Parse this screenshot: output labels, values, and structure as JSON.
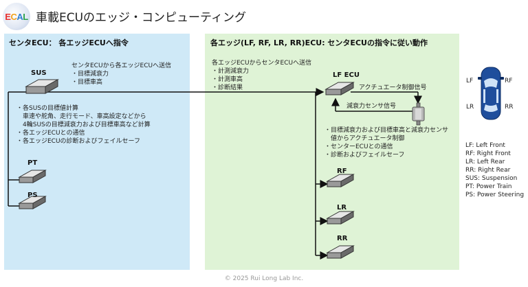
{
  "logo": {
    "letters": [
      "E",
      "C",
      "A",
      "L"
    ],
    "colors": [
      "#e8312f",
      "#f2a11c",
      "#2f7fd1",
      "#2ba14b"
    ]
  },
  "title": "車載ECUのエッジ・コンピューティング",
  "left_panel": {
    "header": "センタECU： 各エッジECUへ指令",
    "sus_label": "SUS",
    "send_lines": [
      "センタECUから各エッジECUへ送信",
      "・目標減衰力",
      "・目標車高"
    ],
    "task_lines": [
      "・各SUSの目標値計算",
      "　車速や舵角、走行モード、車高設定などから",
      "　4輪SUSの目標減衰力および目標車高など計算",
      "・各エッジECUとの通信",
      "・各エッジECUの診断およびフェイルセーフ"
    ],
    "pt_label": "PT",
    "ps_label": "PS"
  },
  "right_panel": {
    "header": "各エッジ(LF, RF, LR, RR)ECU: センタECUの指令に従い動作",
    "send_lines": [
      "各エッジECUからセンタECUへ送信",
      "・計測減衰力",
      "・計測車高",
      "・診断結果"
    ],
    "lf_label": "LF ECU",
    "actuator_signal": "アクチュエータ制御信号",
    "sensor_signal": "減衰力センサ信号",
    "task_lines": [
      "・目標減衰力および目標車高と減衰力センサ",
      "　値からアクチュエータ制御",
      "・センターECUとの通信",
      "・診断およびフェイルセーフ"
    ],
    "rf_label": "RF",
    "lr_label": "LR",
    "rr_label": "RR"
  },
  "car": {
    "lf": "LF",
    "rf": "RF",
    "lr": "LR",
    "rr": "RR",
    "body_color": "#1f4e9c"
  },
  "legend": [
    "LF: Left Front",
    "RF: Right Front",
    "LR: Left Rear",
    "RR: Right Rear",
    "SUS: Suspension",
    "PT: Power Train",
    "PS: Power Steering"
  ],
  "footer": "© 2025 Rui Long Lab Inc."
}
